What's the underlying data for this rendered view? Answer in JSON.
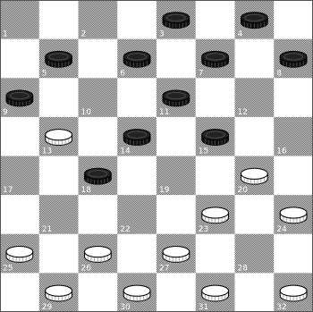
{
  "board": {
    "rows": 8,
    "cols": 8,
    "colors": {
      "dark_square": "#9a9a9a",
      "light_square": "#ffffff",
      "black_piece": "#222222",
      "white_piece": "#ffffff",
      "number_text": "#ffffff"
    },
    "squares": [
      {
        "n": "1",
        "piece": "empty"
      },
      {
        "n": "2",
        "piece": "empty"
      },
      {
        "n": "3",
        "piece": "black"
      },
      {
        "n": "4",
        "piece": "black"
      },
      {
        "n": "5",
        "piece": "black"
      },
      {
        "n": "6",
        "piece": "black"
      },
      {
        "n": "7",
        "piece": "black"
      },
      {
        "n": "8",
        "piece": "black"
      },
      {
        "n": "9",
        "piece": "black"
      },
      {
        "n": "10",
        "piece": "empty"
      },
      {
        "n": "11",
        "piece": "black"
      },
      {
        "n": "12",
        "piece": "empty"
      },
      {
        "n": "13",
        "piece": "white"
      },
      {
        "n": "14",
        "piece": "black"
      },
      {
        "n": "15",
        "piece": "black"
      },
      {
        "n": "16",
        "piece": "empty"
      },
      {
        "n": "17",
        "piece": "empty"
      },
      {
        "n": "18",
        "piece": "black"
      },
      {
        "n": "19",
        "piece": "empty"
      },
      {
        "n": "20",
        "piece": "white"
      },
      {
        "n": "21",
        "piece": "empty"
      },
      {
        "n": "22",
        "piece": "empty"
      },
      {
        "n": "23",
        "piece": "white"
      },
      {
        "n": "24",
        "piece": "white"
      },
      {
        "n": "25",
        "piece": "white"
      },
      {
        "n": "26",
        "piece": "white"
      },
      {
        "n": "27",
        "piece": "white"
      },
      {
        "n": "28",
        "piece": "empty"
      },
      {
        "n": "29",
        "piece": "white"
      },
      {
        "n": "30",
        "piece": "white"
      },
      {
        "n": "31",
        "piece": "white"
      },
      {
        "n": "32",
        "piece": "white"
      }
    ]
  }
}
